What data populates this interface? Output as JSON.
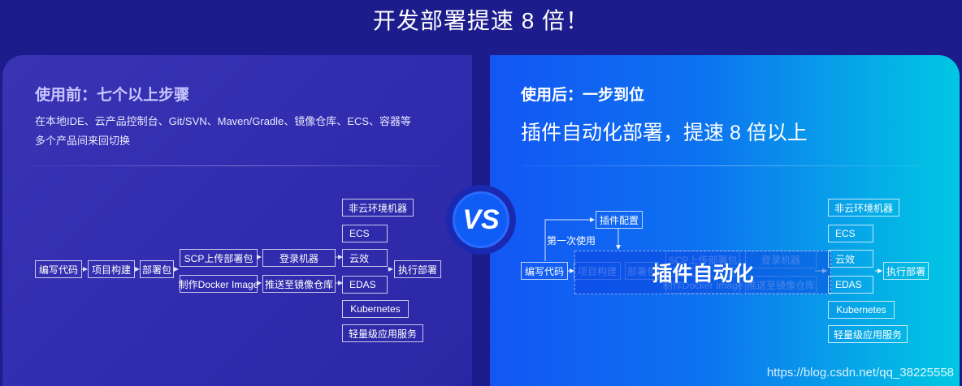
{
  "page_title": "开发部署提速 8 倍！",
  "left": {
    "heading": "使用前：七个以上步骤",
    "desc_line1": "在本地IDE、云产品控制台、Git/SVN、Maven/Gradle、镜像仓库、ECS、容器等",
    "desc_line2": "多个产品间来回切换",
    "flow": {
      "write_code": "编写代码",
      "build": "项目构建",
      "deploy_pkg": "部署包",
      "scp_upload": "SCP上传部署包",
      "make_docker": "制作Docker Image",
      "login_machine": "登录机器",
      "push_registry": "推送至镜像仓库",
      "targets": [
        "非云环境机器",
        "ECS",
        "云效",
        "EDAS",
        "Kubernetes",
        "轻量级应用服务"
      ],
      "exec_deploy": "执行部署"
    }
  },
  "vs_label": "VS",
  "right": {
    "heading": "使用后：一步到位",
    "subtitle": "插件自动化部署，提速 8 倍以上",
    "plugin_config": "插件配置",
    "first_use": "第一次使用",
    "automation": "插件自动化",
    "flow": {
      "write_code": "编写代码",
      "build": "项目构建",
      "deploy_pkg": "部署包",
      "scp_upload": "SCP上传部署包",
      "make_docker": "制作Docker Image",
      "login_machine": "登录机器",
      "push_registry": "推送至镜像仓库",
      "targets": [
        "非云环境机器",
        "ECS",
        "云效",
        "EDAS",
        "Kubernetes",
        "轻量级应用服务"
      ],
      "exec_deploy": "执行部署"
    }
  },
  "watermark": "https://blog.csdn.net/qq_38225558"
}
